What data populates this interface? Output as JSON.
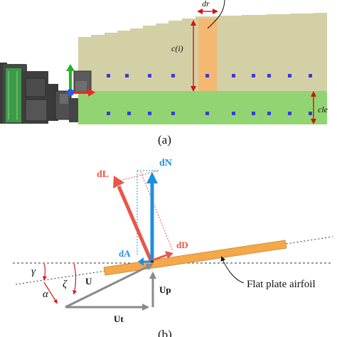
{
  "panel_a": {
    "caption": "(a)",
    "label_dr": "dr",
    "label_ci": "c(i)",
    "label_cle": "cle",
    "colors": {
      "blade_upper": "#d4d0a6",
      "blade_lower": "#92d472",
      "strip": "#f4b872",
      "marker": "#3a3ad8",
      "fuselage": "#454545",
      "board": "#3c9a48",
      "dim": "#d81010"
    }
  },
  "panel_b": {
    "caption": "(b)",
    "label_dN": "dN",
    "label_dL": "dL",
    "label_dA": "dA",
    "label_dD": "dD",
    "label_U": "U",
    "label_Ut": "Ut",
    "label_Up": "Up",
    "label_gamma": "γ",
    "label_zeta": "ζ",
    "label_alpha": "α",
    "label_airfoil": "Flat plate airfoil",
    "colors": {
      "dN": "#1e8fe0",
      "dL": "#e8574a",
      "airfoil": "#f5a84a",
      "velocity": "#8a8a8a",
      "angle": "#d41a1a"
    }
  }
}
